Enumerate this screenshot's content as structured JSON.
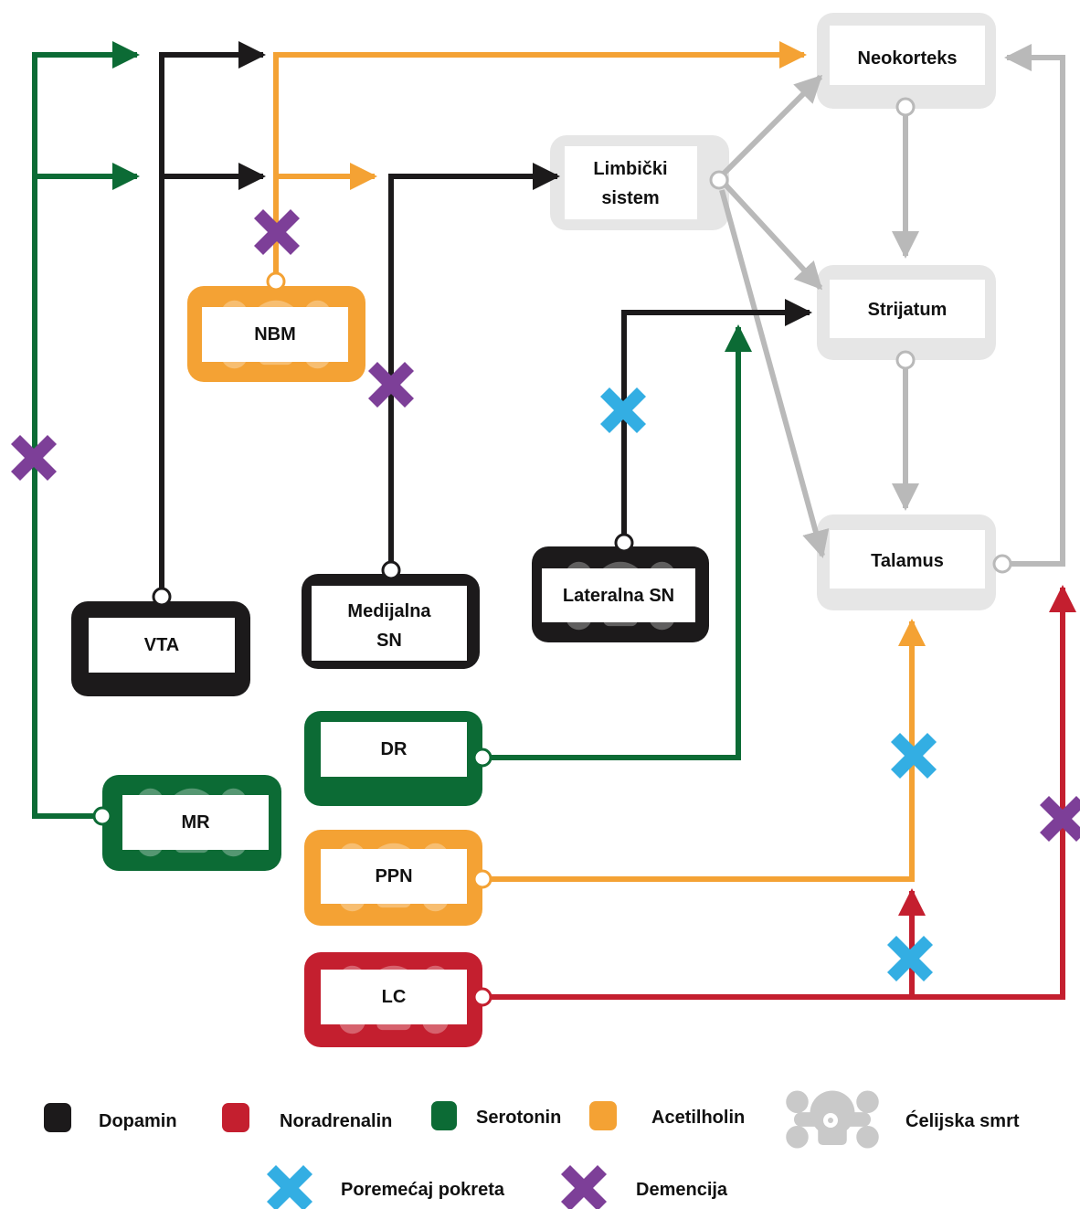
{
  "colors": {
    "dopamine": "#1c1a1b",
    "noradrenaline": "#c41f2f",
    "serotonin": "#0c6b35",
    "acetylcholine": "#f4a234",
    "target": "#e6e6e6",
    "target_arrow": "#b9b9b9",
    "movement_disorder": "#33aee3",
    "dementia": "#7d3f98",
    "cell_death": "#c9c9c9"
  },
  "targets": {
    "neocortex": "Neokorteks",
    "limbic_line1": "Limbički",
    "limbic_line2": "sistem",
    "striatum": "Strijatum",
    "thalamus": "Talamus"
  },
  "nuclei": {
    "nbm": "NBM",
    "vta": "VTA",
    "medial_sn_line1": "Medijalna",
    "medial_sn_line2": "SN",
    "lateral_sn": "Lateralna SN",
    "dr": "DR",
    "mr": "MR",
    "ppn": "PPN",
    "lc": "LC"
  },
  "legend": {
    "dopamine": "Dopamin",
    "noradrenaline": "Noradrenalin",
    "serotonin": "Serotonin",
    "acetylcholine": "Acetilholin",
    "cell_death": "Ćelijska smrt",
    "movement_disorder": "Poremećaj pokreta",
    "dementia": "Demencija"
  }
}
